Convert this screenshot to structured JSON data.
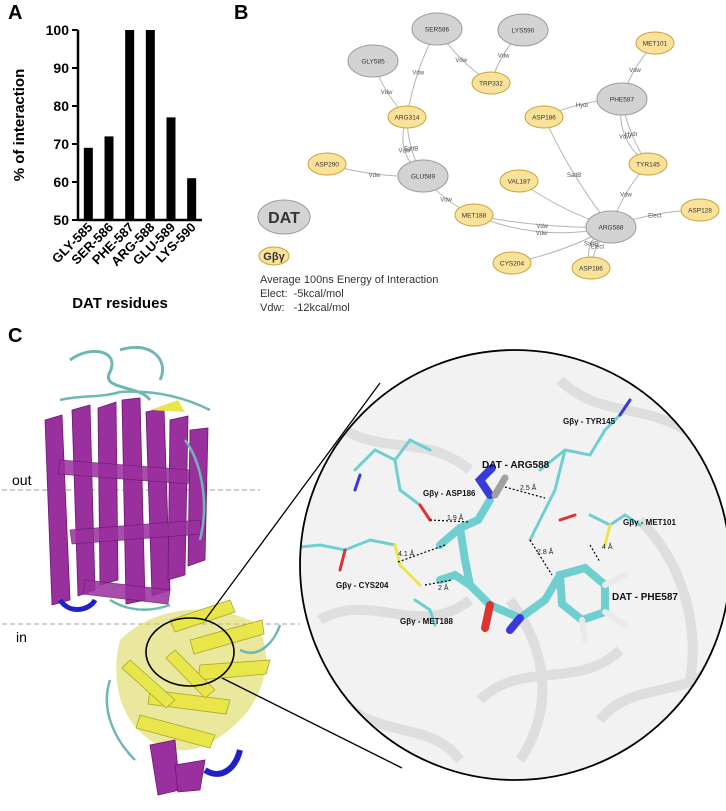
{
  "panels": {
    "a": "A",
    "b": "B",
    "c": "C"
  },
  "colors": {
    "bar": "#000000",
    "dat_node": "#d3d3d3",
    "gbeta_node": "#fbe29a",
    "node_stroke": "#9a9a9a",
    "gbeta_stroke": "#c9a23a",
    "helix": "#9a2f9e",
    "sheet": "#e8e64a",
    "coil": "#6fb7b7",
    "stick": "#6fcfd0"
  },
  "chart_data": {
    "type": "bar",
    "categories": [
      "GLY-585",
      "SER-586",
      "PHE-587",
      "ARG-588",
      "GLU-589",
      "LYS-590"
    ],
    "values": [
      69,
      72,
      100,
      100,
      77,
      61
    ],
    "xlabel": "DAT residues",
    "ylabel": "% of interaction",
    "ylim": [
      50,
      100
    ],
    "yticks": [
      "50",
      "60",
      "70",
      "80",
      "90",
      "100"
    ],
    "grid": false
  },
  "network": {
    "nodes": [
      {
        "id": "SER586",
        "label": "SER586",
        "type": "DAT"
      },
      {
        "id": "LYS590",
        "label": "LYS590",
        "type": "DAT"
      },
      {
        "id": "GLY585",
        "label": "GLY585",
        "type": "DAT"
      },
      {
        "id": "PHE587",
        "label": "PHE587",
        "type": "DAT"
      },
      {
        "id": "GLU589",
        "label": "GLU589",
        "type": "DAT"
      },
      {
        "id": "ARG588",
        "label": "ARG588",
        "type": "DAT"
      },
      {
        "id": "MET101",
        "label": "MET101",
        "type": "Gb"
      },
      {
        "id": "TRP332",
        "label": "TRP332",
        "type": "Gb"
      },
      {
        "id": "ARG314",
        "label": "ARG314",
        "type": "Gb"
      },
      {
        "id": "ASP186a",
        "label": "ASP186",
        "type": "Gb"
      },
      {
        "id": "ASP290",
        "label": "ASP290",
        "type": "Gb"
      },
      {
        "id": "TYR145",
        "label": "TYR145",
        "type": "Gb"
      },
      {
        "id": "VAL187",
        "label": "VAL187",
        "type": "Gb"
      },
      {
        "id": "MET188",
        "label": "MET188",
        "type": "Gb"
      },
      {
        "id": "ASP128",
        "label": "ASP128",
        "type": "Gb"
      },
      {
        "id": "CYS204",
        "label": "CYS204",
        "type": "Gb"
      },
      {
        "id": "ASP186b",
        "label": "ASP186",
        "type": "Gb"
      }
    ],
    "edges": [
      {
        "from": "SER586",
        "to": "ARG314",
        "label": "Vdw"
      },
      {
        "from": "SER586",
        "to": "TRP332",
        "label": "Vdw"
      },
      {
        "from": "LYS590",
        "to": "TRP332",
        "label": "Vdw"
      },
      {
        "from": "GLY585",
        "to": "ARG314",
        "label": "Vdw"
      },
      {
        "from": "ARG314",
        "to": "GLU589",
        "label": "SaltB"
      },
      {
        "from": "ARG314",
        "to": "GLU589",
        "label": "Vdw"
      },
      {
        "from": "ASP290",
        "to": "GLU589",
        "label": "Vdw"
      },
      {
        "from": "GLU589",
        "to": "MET188",
        "label": "Vdw"
      },
      {
        "from": "PHE587",
        "to": "ASP186a",
        "label": "Hydr"
      },
      {
        "from": "PHE587",
        "to": "TYR145",
        "label": "Hydr"
      },
      {
        "from": "PHE587",
        "to": "TYR145",
        "label": "Vdw"
      },
      {
        "from": "MET101",
        "to": "PHE587",
        "label": "Vdw"
      },
      {
        "from": "ASP186a",
        "to": "ARG588",
        "label": "SaltB"
      },
      {
        "from": "TYR145",
        "to": "ARG588",
        "label": "Vdw"
      },
      {
        "from": "VAL187",
        "to": "ARG588",
        "label": ""
      },
      {
        "from": "MET188",
        "to": "ARG588",
        "label": "Vdw"
      },
      {
        "from": "MET188",
        "to": "ARG588",
        "label": "Vdw"
      },
      {
        "from": "CYS204",
        "to": "ARG588",
        "label": ""
      },
      {
        "from": "ASP128",
        "to": "ARG588",
        "label": "Elect"
      },
      {
        "from": "ARG588",
        "to": "ASP186b",
        "label": "Elect"
      },
      {
        "from": "ARG588",
        "to": "ASP186b",
        "label": "SaltB"
      }
    ],
    "legend": {
      "dat_label": "DAT",
      "gbeta_label": "Gβγ",
      "energy_title": "Average 100ns Energy of Interaction",
      "elect_line": "Elect:  -5kcal/mol",
      "vdw_line": "Vdw:   -12kcal/mol"
    }
  },
  "structure": {
    "out_label": "out",
    "in_label": "in",
    "zoom_labels": {
      "dat_arg588": "DAT - ARG588",
      "dat_phe587": "DAT - PHE587",
      "gb_tyr145": "Gβγ - TYR145",
      "gb_asp186": "Gβγ - ASP186",
      "gb_met101": "Gβγ - MET101",
      "gb_cys204": "Gβγ - CYS204",
      "gb_met188": "Gβγ - MET188"
    },
    "distances": [
      "1.9 Å",
      "2.5 Å",
      "4.1 Å",
      "2.8 Å",
      "4 Å",
      "2 Å"
    ]
  }
}
